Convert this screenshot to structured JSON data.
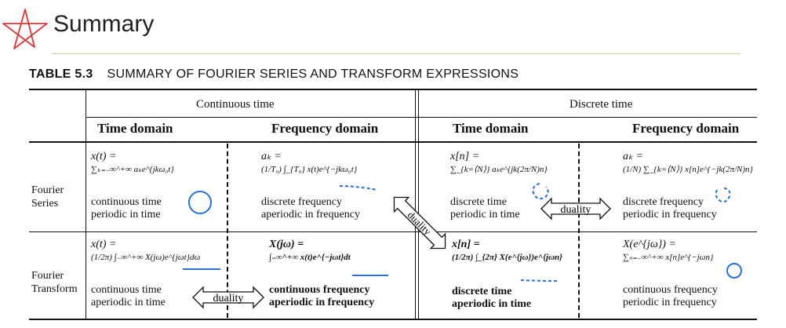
{
  "page": {
    "title": "Summary",
    "table_label": "TABLE 5.3",
    "table_title": "SUMMARY OF FOURIER SERIES AND TRANSFORM EXPRESSIONS"
  },
  "table": {
    "group_headers": [
      "Continuous time",
      "Discrete time"
    ],
    "column_headers": [
      "Time domain",
      "Frequency domain",
      "Time domain",
      "Frequency domain"
    ],
    "row_labels": [
      [
        "Fourier",
        "Series"
      ],
      [
        "Fourier",
        "Transform"
      ]
    ],
    "series": {
      "ct_time": {
        "eq1": "x(t) =",
        "eq2": "∑ₖ₌₋∞^+∞ aₖe^{jkω₀t}",
        "desc1": "continuous time",
        "desc2": "periodic in time"
      },
      "ct_freq": {
        "eq1": "aₖ =",
        "eq2": "(1/T₀) ∫_{T₀} x(t)e^{−jkω₀t}",
        "desc1": "discrete frequency",
        "desc2": "aperiodic in frequency"
      },
      "dt_time": {
        "eq1": "x[n] =",
        "eq2": "∑_{k=⟨N⟩} aₖe^{jk(2π/N)n}",
        "desc1": "discrete time",
        "desc2": "periodic in time"
      },
      "dt_freq": {
        "eq1": "aₖ =",
        "eq2": "(1/N) ∑_{k=⟨N⟩} x[n]e^{−jk(2π/N)n}",
        "desc1": "discrete frequency",
        "desc2": "periodic in frequency"
      }
    },
    "transform": {
      "ct_time": {
        "eq1": "x(t) =",
        "eq2": "(1/2π) ∫₋∞^+∞ X(jω)e^{jωt}dω",
        "desc1": "continuous time",
        "desc2": "aperiodic in time"
      },
      "ct_freq": {
        "eq1": "X(jω) =",
        "eq2": "∫₋∞^+∞ x(t)e^{−jωt}dt",
        "desc1": "continuous frequency",
        "desc2": "aperiodic in frequency"
      },
      "dt_time": {
        "eq1": "x[n] =",
        "eq2": "(1/2π) ∫_{2π} X(e^{jω})e^{jωn}",
        "desc1": "discrete time",
        "desc2": "aperiodic in time"
      },
      "dt_freq": {
        "eq1": "X(e^{jω}) =",
        "eq2": "∑ₙ₌₋∞^+∞ x[n]e^{−jωn}",
        "desc1": "continuous frequency",
        "desc2": "periodic in frequency"
      }
    },
    "duality_label": "duality"
  },
  "annotation_colors": {
    "ink_blue": "#2a6fd6",
    "star_red": "#d23a3a"
  }
}
